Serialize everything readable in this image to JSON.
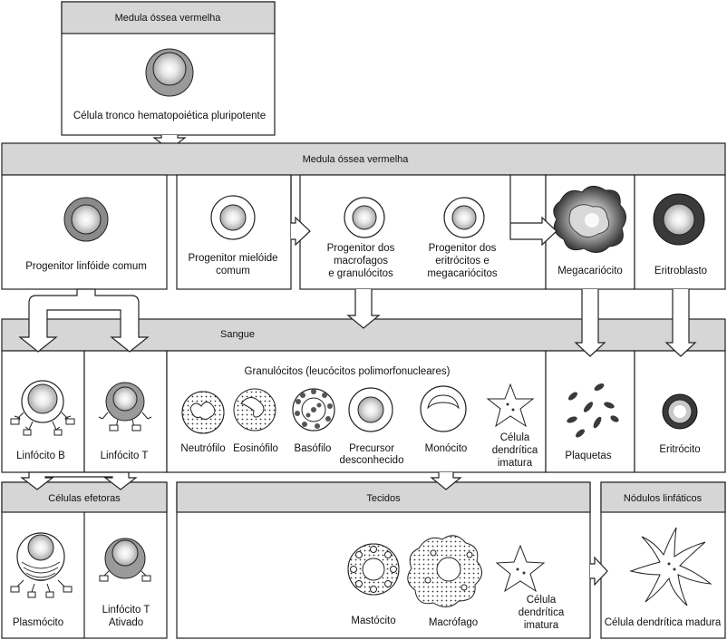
{
  "sections": {
    "top": "Medula óssea vermelha",
    "marrow": "Medula óssea vermelha",
    "blood": "Sangue",
    "effectors": "Células efetoras",
    "tissues": "Tecidos",
    "nodes": "Nódulos linfáticos"
  },
  "cells": {
    "stem": "Célula tronco hematopoiética pluripotente",
    "lymphoid_progenitor": "Progenitor linfóide comum",
    "myeloid_progenitor": [
      "Progenitor mielóide",
      "comum"
    ],
    "macro_granulo_progenitor": [
      "Progenitor dos",
      "macrofagos",
      "e granulócitos"
    ],
    "erythro_mega_progenitor": [
      "Progenitor dos",
      "eritrócitos e",
      "megacariócitos"
    ],
    "megakaryocyte": "Megacariócito",
    "erythroblast": "Eritroblasto",
    "b_lymphocyte": "Linfócito B",
    "t_lymphocyte": "Linfócito T",
    "granulocytes_title": "Granulócitos (leucócitos polimorfonucleares)",
    "neutrophil": "Neutrófilo",
    "eosinophil": "Eosinófilo",
    "basophil": "Basófilo",
    "unknown_precursor": [
      "Precursor",
      "desconhecido"
    ],
    "monocyte": "Monócito",
    "immature_dendritic_blood": [
      "Célula",
      "dendrítica",
      "imatura"
    ],
    "platelets": "Plaquetas",
    "erythrocyte": "Eritrócito",
    "plasmocyte": "Plasmócito",
    "activated_t": [
      "Linfócito T",
      "Ativado"
    ],
    "mast_cell": "Mastócito",
    "macrophage": "Macrófago",
    "immature_dendritic_tissue": [
      "Célula",
      "dendrítica",
      "imatura"
    ],
    "mature_dendritic": "Célula dendrítica madura"
  }
}
